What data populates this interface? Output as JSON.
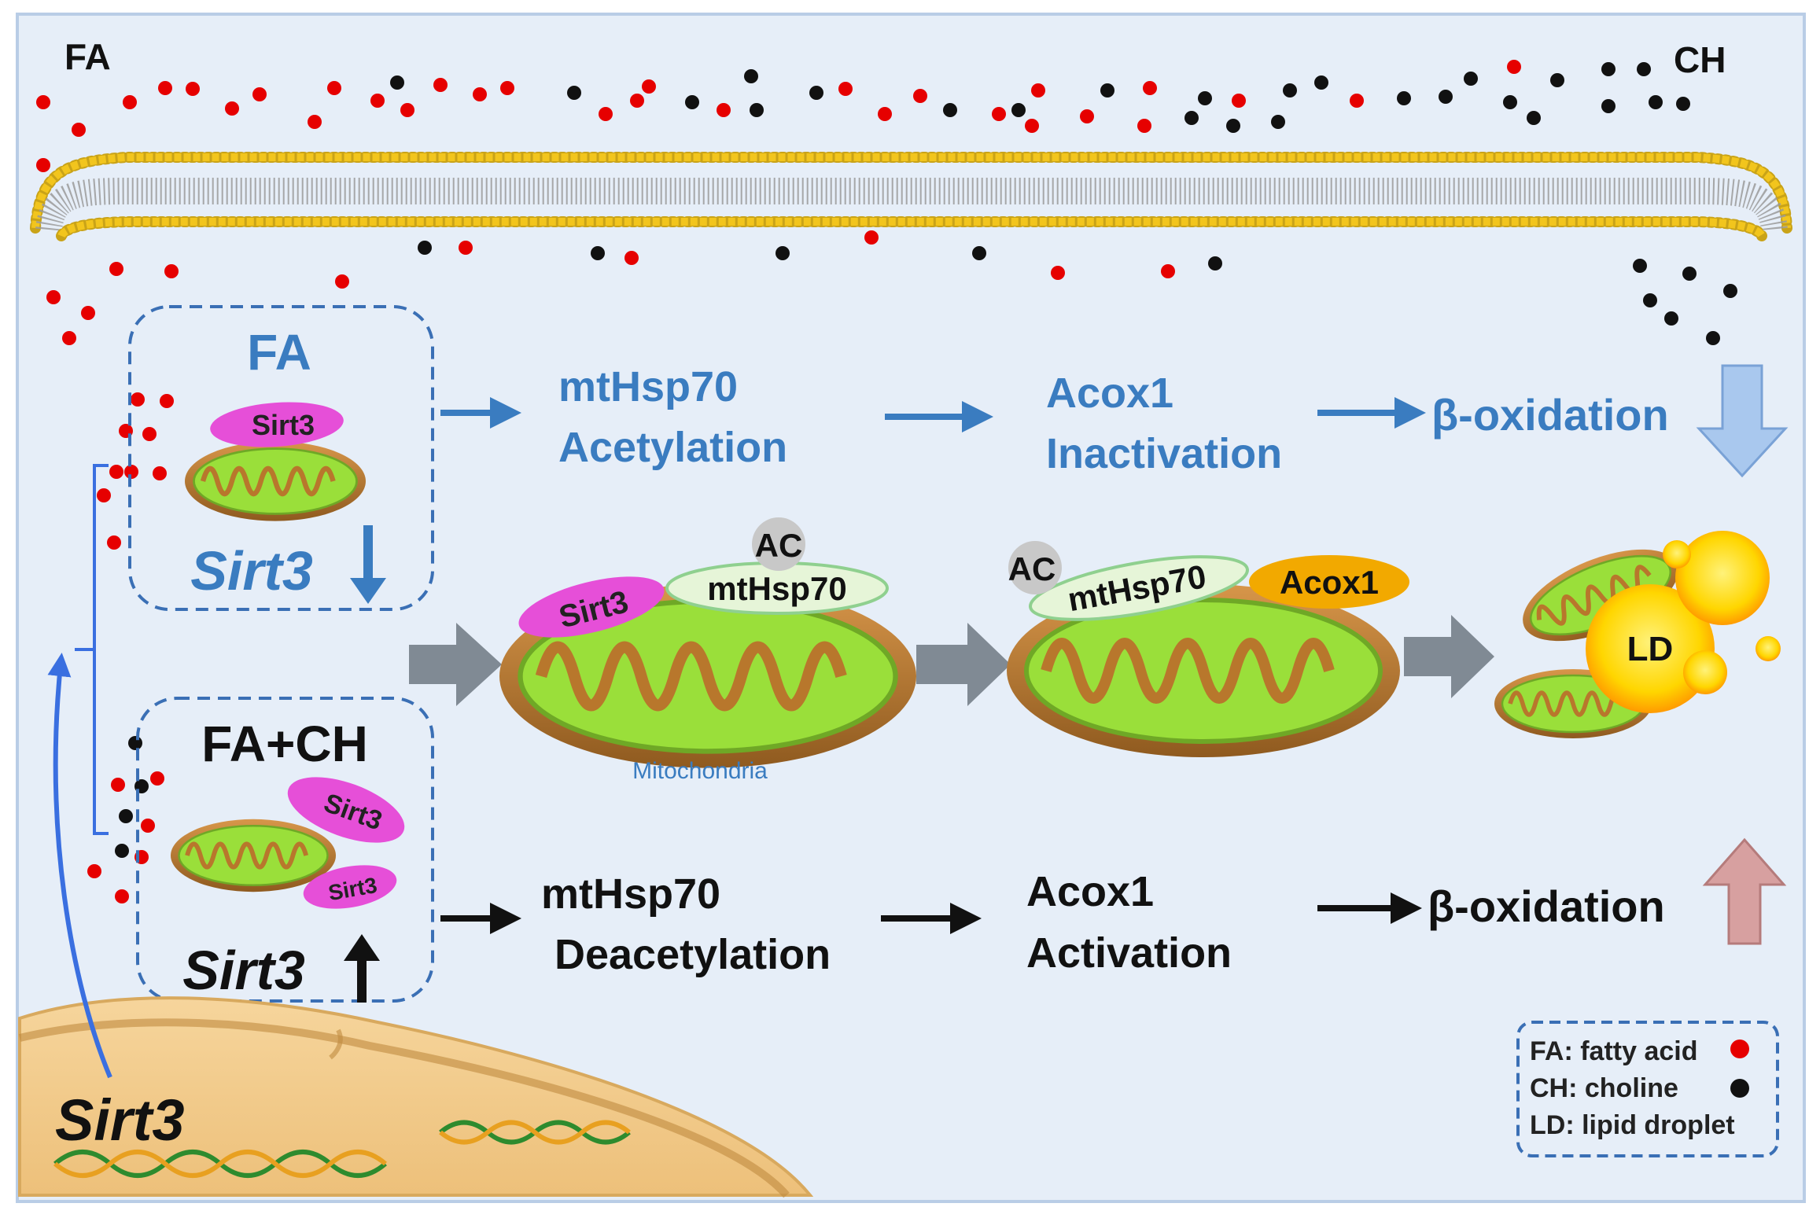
{
  "colors": {
    "panel_bg": "#e6eef8",
    "panel_border": "#b9cde6",
    "fa_dot": "#e60000",
    "ch_dot": "#111111",
    "blue_text": "#3a7cc0",
    "black_text": "#111111",
    "mito_outer": "#b8772c",
    "mito_inner": "#9adf3a",
    "sirt3_protein": "#e64fd8",
    "acox1_protein": "#f2a900",
    "ac_grey": "#c8c8c8",
    "lipid_droplet": "#ffd600",
    "gray_arrow": "#808a94",
    "nucleus": "#f2c98a",
    "decrease_arrow": "#a9c8ee",
    "increase_arrow": "#d7a0a0"
  },
  "membrane": {
    "fa_label": "FA",
    "ch_label": "CH"
  },
  "fa_box": {
    "title": "FA",
    "protein": "Sirt3",
    "gene": "Sirt3"
  },
  "fa_ch_box": {
    "title": "FA+CH",
    "protein_top": "Sirt3",
    "protein_bottom": "Sirt3",
    "gene": "Sirt3"
  },
  "top_pathway": {
    "step1_line1": "mtHsp70",
    "step1_line2": "Acetylation",
    "step2_line1": "Acox1",
    "step2_line2": "Inactivation",
    "result": "β-oxidation",
    "trend": "decrease-arrow-icon"
  },
  "middle_pathway": {
    "mito1_sirt3": "Sirt3",
    "mito1_ac": "AC",
    "mito1_hsp": "mtHsp70",
    "mito1_caption": "Mitochondria",
    "mito2_ac": "AC",
    "mito2_hsp": "mtHsp70",
    "mito2_acox": "Acox1",
    "lipid_droplet": "LD"
  },
  "bottom_pathway": {
    "step1_line1": "mtHsp70",
    "step1_line2": "Deacetylation",
    "step2_line1": "Acox1",
    "step2_line2": "Activation",
    "result": "β-oxidation",
    "trend": "increase-arrow-icon"
  },
  "nucleus": {
    "gene": "Sirt3"
  },
  "legend": {
    "items": [
      {
        "text": "FA: fatty acid",
        "swatch": "#e60000"
      },
      {
        "text": "CH: choline",
        "swatch": "#111111"
      },
      {
        "text": "LD: lipid droplet",
        "swatch": ""
      }
    ]
  }
}
